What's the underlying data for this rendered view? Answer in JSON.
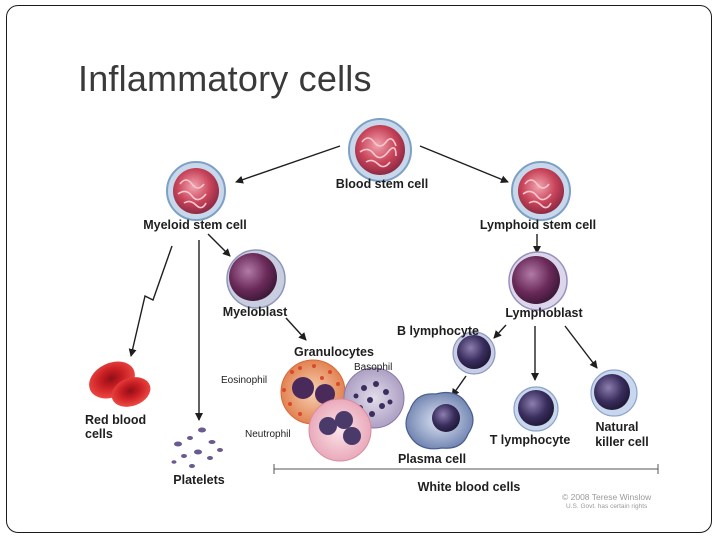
{
  "slide": {
    "title": "Inflammatory cells"
  },
  "diagram": {
    "labels": {
      "blood_stem_cell": "Blood stem cell",
      "myeloid_stem_cell": "Myeloid stem cell",
      "lymphoid_stem_cell": "Lymphoid stem cell",
      "myeloblast": "Myeloblast",
      "lymphoblast": "Lymphoblast",
      "granulocytes": "Granulocytes",
      "b_lymphocyte": "B lymphocyte",
      "eosinophil": "Eosinophil",
      "basophil": "Basophil",
      "neutrophil": "Neutrophil",
      "red_blood_cells_line1": "Red blood",
      "red_blood_cells_line2": "cells",
      "platelets": "Platelets",
      "plasma_cell": "Plasma cell",
      "t_lymphocyte": "T lymphocyte",
      "natural_killer_line1": "Natural",
      "natural_killer_line2": "killer cell",
      "white_blood_cells": "White blood cells"
    },
    "credit": {
      "line1": "© 2008 Terese Winslow",
      "line2": "U.S. Govt. has certain rights"
    },
    "colors": {
      "stem_cell_fill": "#c8445a",
      "stem_cell_ring": "#a9c4e0",
      "blast_fill": "#6a2a5a",
      "lymphocyte_fill": "#3a2e5e",
      "red_cell": "#d9262b",
      "arrow": "#1e1e1e"
    }
  }
}
